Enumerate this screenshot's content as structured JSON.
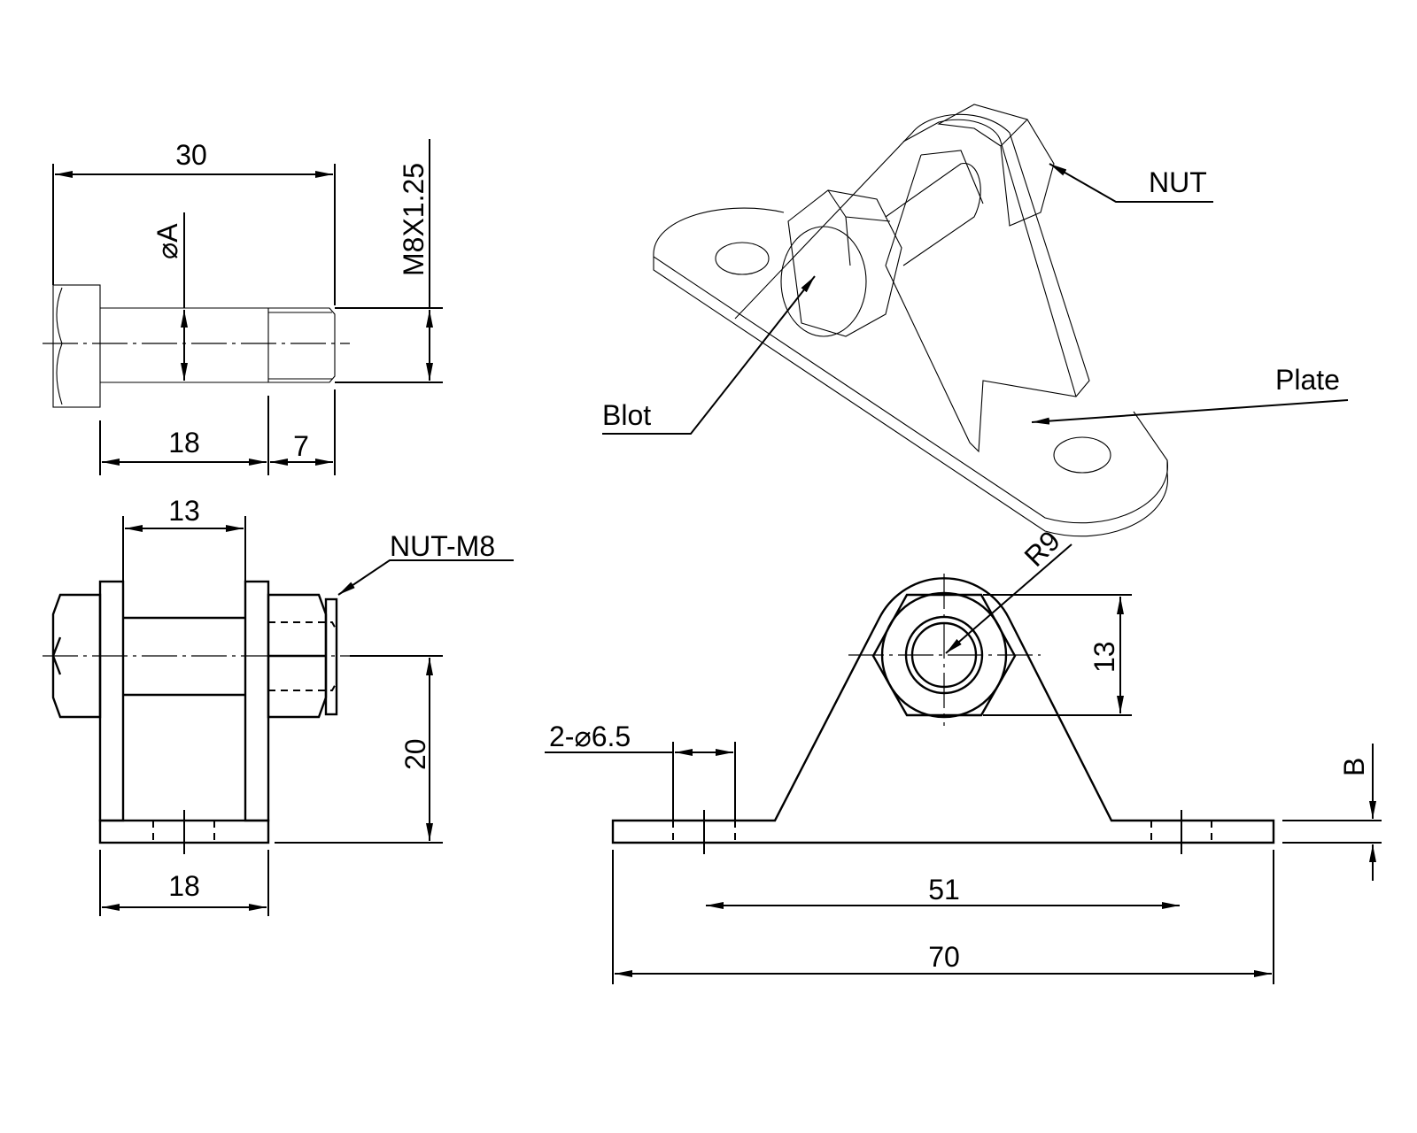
{
  "colors": {
    "line": "#000000",
    "background": "#ffffff"
  },
  "bolt_view": {
    "dim_length": "30",
    "dim_diameter": "⌀A",
    "dim_thread": "M8X1.25",
    "dim_shank": "18",
    "dim_thread_len": "7"
  },
  "front_view": {
    "dim_gap": "13",
    "nut_label": "NUT-M8",
    "dim_height": "20",
    "dim_width": "18"
  },
  "iso_view": {
    "nut_label": "NUT",
    "plate_label": "Plate",
    "bolt_label": "Blot"
  },
  "side_view": {
    "dim_radius": "R9",
    "dim_hex": "13",
    "dim_holes": "2-⌀6.5",
    "dim_thickness": "B",
    "dim_hole_spacing": "51",
    "dim_total": "70"
  }
}
